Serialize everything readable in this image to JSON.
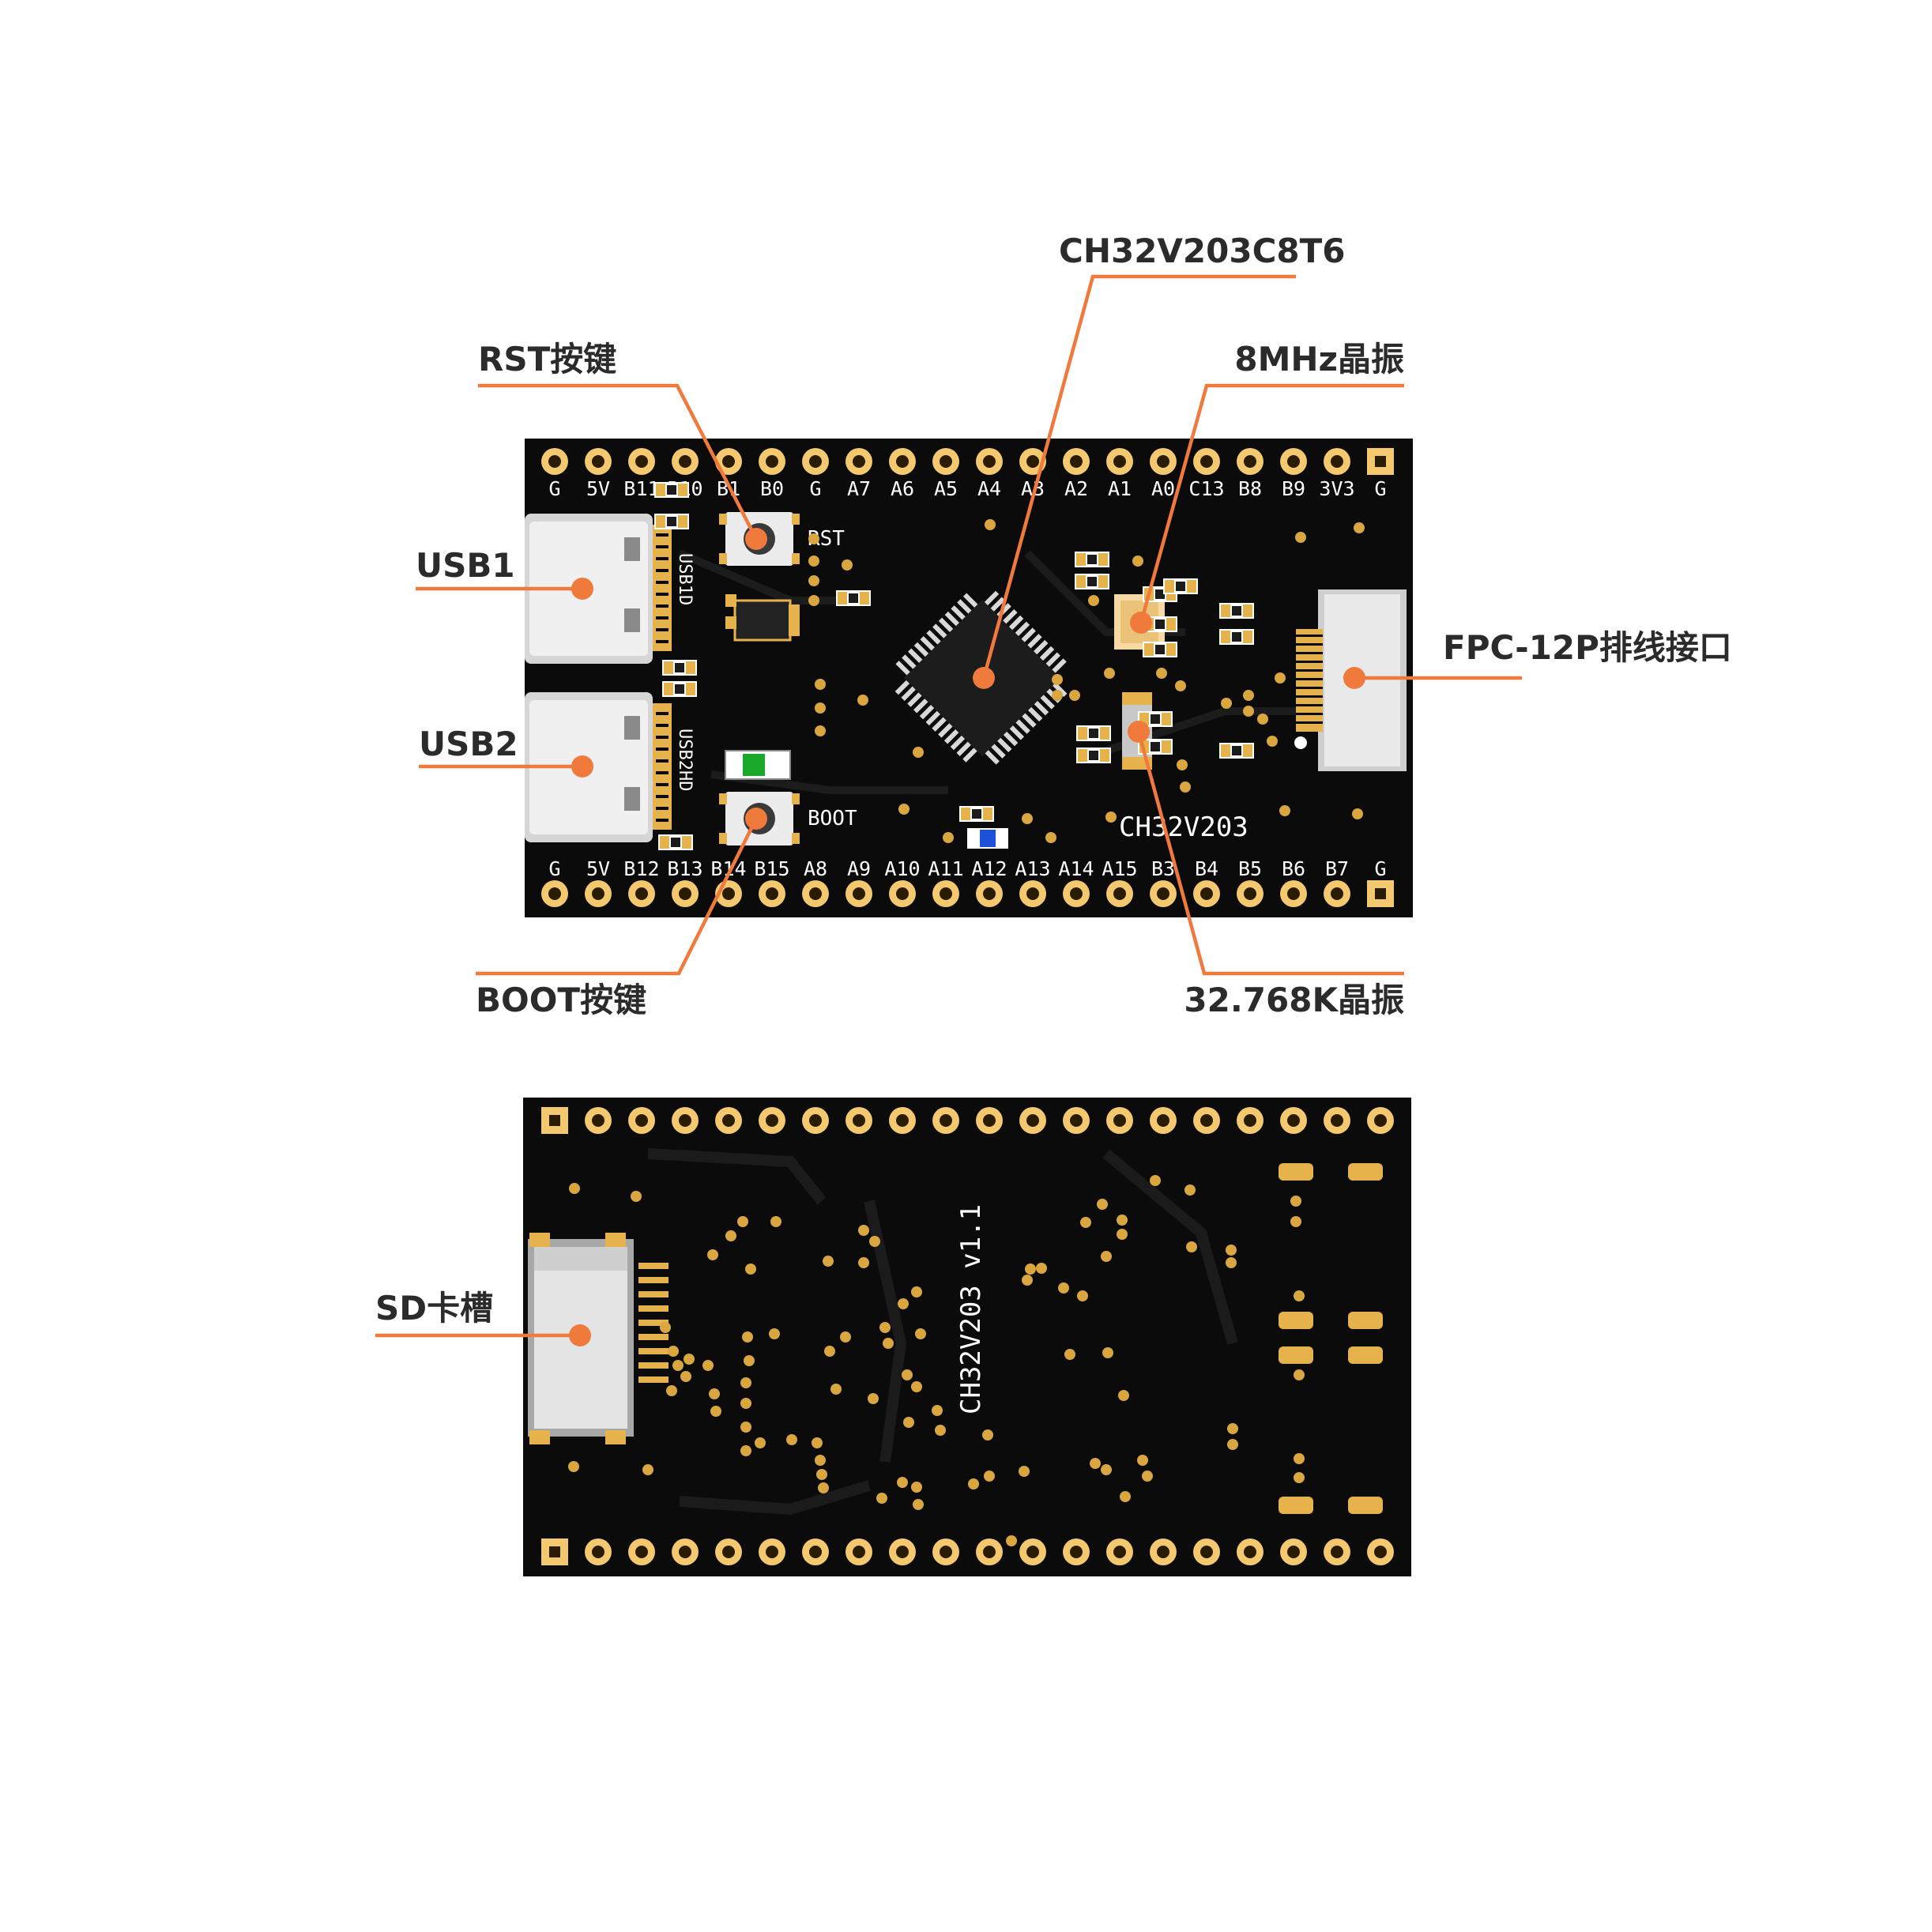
{
  "callouts": {
    "mcu": "CH32V203C8T6",
    "rst_key": "RST按键",
    "crystal_8m": "8MHz晶振",
    "usb1": "USB1",
    "fpc": "FPC-12P排线接口",
    "usb2": "USB2",
    "boot_key": "BOOT按键",
    "crystal_32k": "32.768K晶振",
    "sd_slot": "SD卡槽"
  },
  "top_board": {
    "top_pins": [
      "G",
      "5V",
      "B11",
      "B10",
      "B1",
      "B0",
      "G",
      "A7",
      "A6",
      "A5",
      "A4",
      "A3",
      "A2",
      "A1",
      "A0",
      "C13",
      "B8",
      "B9",
      "3V3",
      "G"
    ],
    "bottom_pins": [
      "G",
      "5V",
      "B12",
      "B13",
      "B14",
      "B15",
      "A8",
      "A9",
      "A10",
      "A11",
      "A12",
      "A13",
      "A14",
      "A15",
      "B3",
      "B4",
      "B5",
      "B6",
      "B7",
      "G"
    ],
    "silk": {
      "rst": "RST",
      "boot": "BOOT",
      "usb1d": "USB1D",
      "usb2hd": "USB2HD",
      "board_name": "CH32V203"
    }
  },
  "bottom_board": {
    "silk_version": "CH32V203 v1.1"
  },
  "colors": {
    "pcb": "#0b0b0b",
    "gold": "#e6b24c",
    "leader": "#f07a3c",
    "text": "#2b2b2b"
  }
}
